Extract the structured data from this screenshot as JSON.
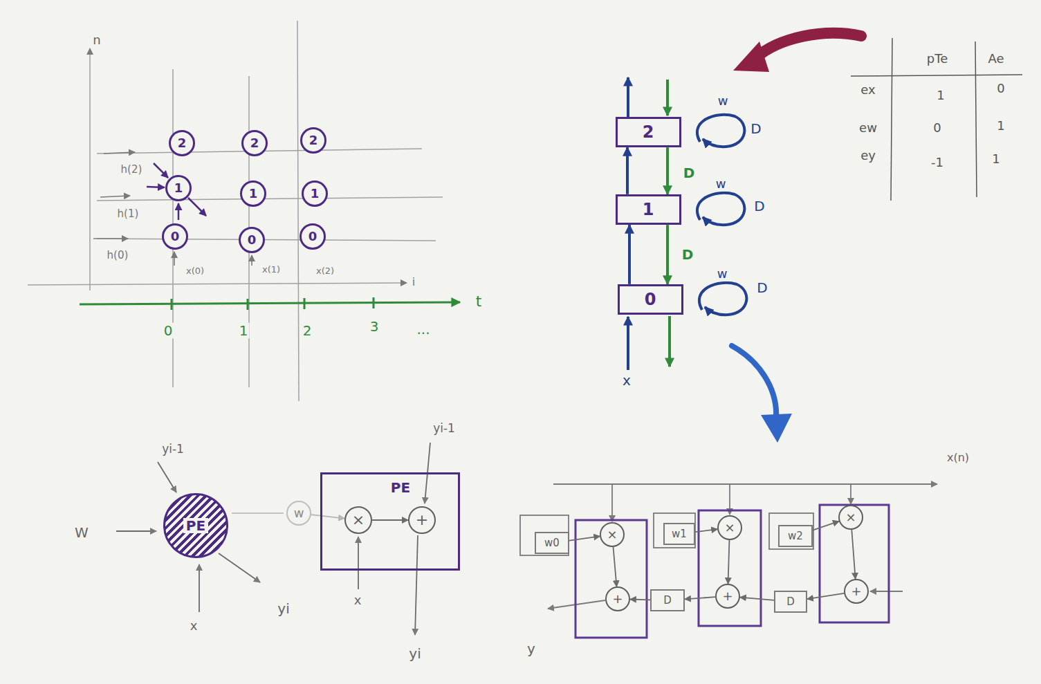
{
  "diagram": {
    "nodes": [
      {
        "text": [
          "2"
        ]
      },
      {
        "text": [
          "2"
        ]
      },
      {
        "text": [
          "2"
        ]
      },
      {
        "text": [
          "1"
        ]
      },
      {
        "text": [
          "1"
        ]
      },
      {
        "text": [
          "1"
        ]
      },
      {
        "text": [
          "0"
        ]
      },
      {
        "text": [
          "0"
        ]
      },
      {
        "text": [
          "0"
        ]
      },
      {
        "text": [
          "2"
        ]
      },
      {
        "text": [
          "1"
        ]
      },
      {
        "text": [
          "0"
        ]
      },
      {
        "text": [
          "PE"
        ]
      },
      {
        "text": [
          "PE"
        ]
      },
      {
        "text": [
          "×"
        ],
        "in": 13
      },
      {
        "text": [
          "+"
        ],
        "in": 13
      },
      {
        "text": [
          "w"
        ]
      },
      {
        "text": [
          "w0"
        ]
      },
      {
        "text": [
          "×"
        ]
      },
      {
        "text": [
          "+"
        ]
      },
      {
        "text": [
          "w1"
        ]
      },
      {
        "text": [
          "×"
        ]
      },
      {
        "text": [
          "+"
        ]
      },
      {
        "text": [
          "w2"
        ]
      },
      {
        "text": [
          "×"
        ]
      },
      {
        "text": [
          "+"
        ]
      },
      {
        "text": [
          "D"
        ]
      },
      {
        "text": [
          "D"
        ]
      }
    ],
    "edges": [
      {
        "from": 11,
        "to": 10,
        "arrow": "to"
      },
      {
        "from": 10,
        "to": 9,
        "arrow": "to"
      },
      {
        "from": 9,
        "to": 10,
        "label": "D",
        "arrow": "to"
      },
      {
        "from": 10,
        "to": 11,
        "label": "D",
        "arrow": "to"
      },
      {
        "from": 16,
        "to": 14,
        "arrow": "to"
      },
      {
        "from": 14,
        "to": 15,
        "arrow": "to"
      },
      {
        "from": 17,
        "to": 18,
        "arrow": "to"
      },
      {
        "from": 18,
        "to": 19,
        "arrow": "to"
      },
      {
        "from": 20,
        "to": 21,
        "arrow": "to"
      },
      {
        "from": 21,
        "to": 22,
        "arrow": "to"
      },
      {
        "from": 23,
        "to": 24,
        "arrow": "to"
      },
      {
        "from": 24,
        "to": 25,
        "arrow": "to"
      },
      {
        "from": 22,
        "to": 26,
        "arrow": "to"
      },
      {
        "from": 26,
        "to": 19,
        "arrow": "to"
      },
      {
        "from": 25,
        "to": 27,
        "arrow": "to"
      },
      {
        "from": 27,
        "to": 22,
        "arrow": "to"
      }
    ],
    "labels": [
      "n",
      "h(2)",
      "h(1)",
      "h(0)",
      "x(0)",
      "x(1)",
      "x(2)",
      "i",
      "t",
      "0",
      "1",
      "2",
      "3",
      "...",
      "w",
      "D",
      "w",
      "D",
      "w",
      "D",
      "x",
      "pTe",
      "Ae",
      "ex",
      "1",
      "0",
      "ew",
      "0",
      "1",
      "ey",
      "-1",
      "1",
      "yi-1",
      "W",
      "x",
      "yi",
      "yi-1",
      "x",
      "yi",
      "x(n)",
      "y"
    ]
  }
}
